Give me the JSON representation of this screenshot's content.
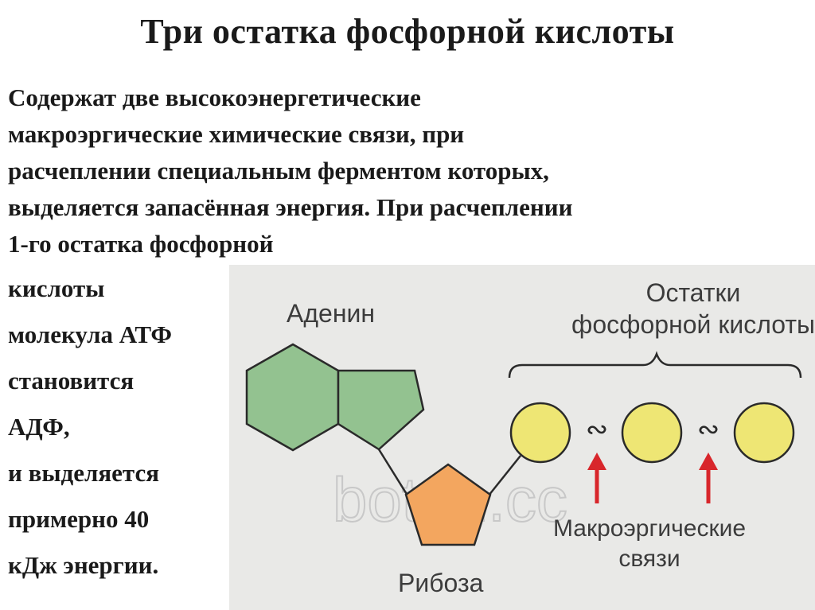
{
  "title": "Три остатка фосфорной кислоты",
  "paragraph_lines": [
    "Содержат две высокоэнергетические",
    "макроэргические химические связи, при",
    "расчеплении специальным ферментом которых,",
    "выделяется запасённая энергия. При расчеплении",
    "1-го остатка фосфорной"
  ],
  "side_lines": [
    "кислоты",
    "молекула АТФ",
    "становится",
    "АДФ,",
    "и выделяется",
    "примерно 40",
    "кДж энергии."
  ],
  "figure": {
    "adenine_label": "Аденин",
    "ribose_label": "Рибоза",
    "phosphate_label_line1": "Остатки",
    "phosphate_label_line2": "фосфорной кислоты",
    "bond_label_line1": "Макроэргические",
    "bond_label_line2": "связи",
    "bond_symbol": "∾",
    "watermark": "botan.cc",
    "colors": {
      "adenine": "#93c290",
      "ribose": "#f3a65f",
      "phosphate": "#eee674",
      "arrow": "#d8262b",
      "background": "#e9e9e7"
    }
  }
}
